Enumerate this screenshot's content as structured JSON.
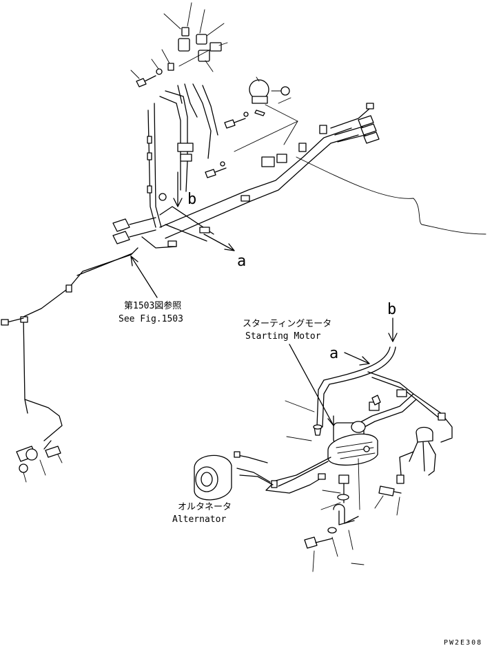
{
  "callouts": {
    "ref_jp": "第1503図参照",
    "ref_en": "See Fig.1503",
    "starter_jp": "スターティングモータ",
    "starter_en": "Starting Motor",
    "alternator_jp": "オルタネータ",
    "alternator_en": "Alternator"
  },
  "markers": {
    "a_top": "a",
    "b_top": "b",
    "a_bottom": "a",
    "b_bottom": "b"
  },
  "drawing_code": "PW2E308"
}
